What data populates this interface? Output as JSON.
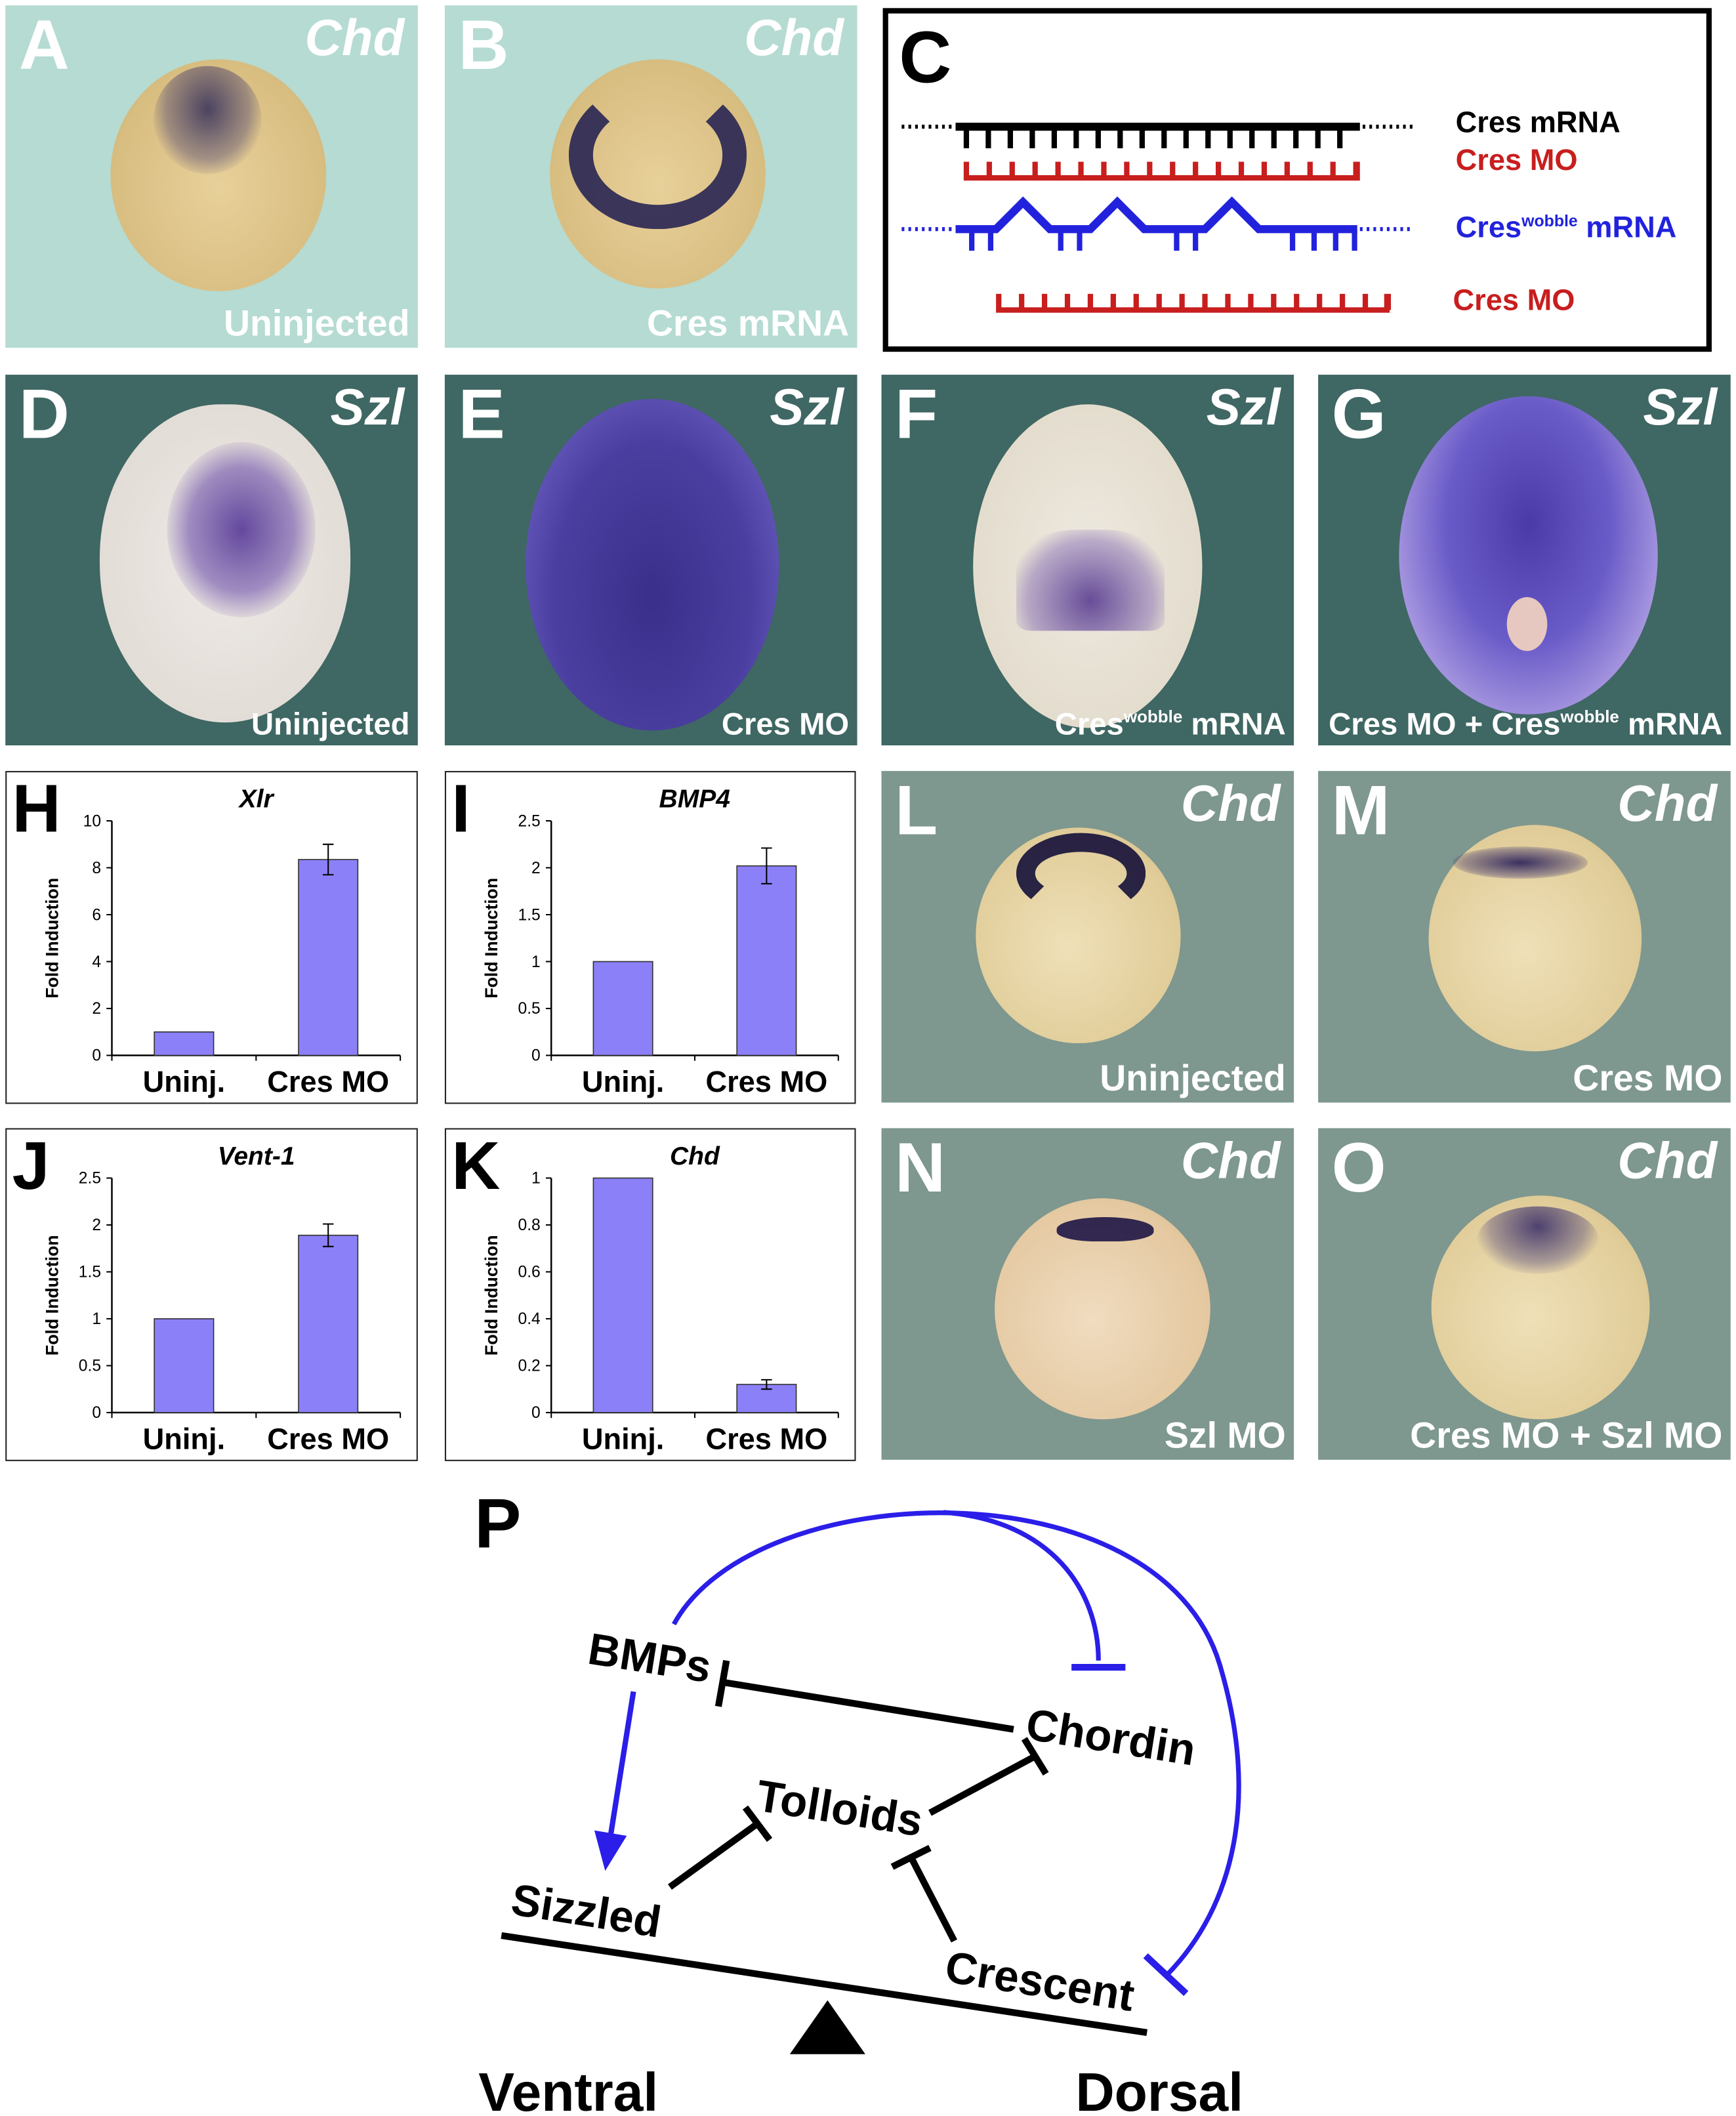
{
  "panels": {
    "A": {
      "letter": "A",
      "gene": "Chd",
      "condition": "Uninjected"
    },
    "B": {
      "letter": "B",
      "gene": "Chd",
      "condition": "Cres mRNA"
    },
    "C": {
      "letter": "C",
      "row1_label": "Cres mRNA",
      "row2_label": "Cres MO",
      "row3_label_pre": "Cres",
      "row3_label_sup": "wobble",
      "row3_label_post": " mRNA",
      "row4_label": "Cres MO"
    },
    "D": {
      "letter": "D",
      "gene": "Szl",
      "condition": "Uninjected"
    },
    "E": {
      "letter": "E",
      "gene": "Szl",
      "condition": "Cres MO"
    },
    "F": {
      "letter": "F",
      "gene": "Szl",
      "condition_pre": "Cres",
      "condition_sup": "wobble",
      "condition_post": " mRNA"
    },
    "G": {
      "letter": "G",
      "gene": "Szl",
      "condition_pre": "Cres MO + Cres",
      "condition_sup": "wobble",
      "condition_post": " mRNA"
    },
    "L": {
      "letter": "L",
      "gene": "Chd",
      "condition": "Uninjected"
    },
    "M": {
      "letter": "M",
      "gene": "Chd",
      "condition": "Cres MO"
    },
    "N": {
      "letter": "N",
      "gene": "Chd",
      "condition": "Szl MO"
    },
    "O": {
      "letter": "O",
      "gene": "Chd",
      "condition": "Cres MO + Szl MO"
    },
    "P": {
      "letter": "P",
      "nodes": {
        "bmps": "BMPs",
        "chordin": "Chordin",
        "tolloids": "Tolloids",
        "sizzled": "Sizzled",
        "crescent": "Crescent"
      },
      "ventral": "Ventral",
      "dorsal": "Dorsal"
    }
  },
  "colors": {
    "bar": "#8c80f8",
    "inhibit_blue": "#2a1ee8",
    "mo_red": "#c81e1e",
    "mrna_blue": "#2222dd"
  },
  "chart_data": [
    {
      "type": "bar",
      "panel": "H",
      "title": "Xlr",
      "ylabel": "Fold Induction",
      "categories": [
        "Uninj.",
        "Cres MO"
      ],
      "values": [
        1,
        8.35
      ],
      "errors": [
        0,
        0.65
      ],
      "ylim": [
        0,
        10
      ],
      "yticks": [
        "0",
        "2",
        "4",
        "6",
        "8",
        "10"
      ],
      "tickvals": [
        0,
        2,
        4,
        6,
        8,
        10
      ]
    },
    {
      "type": "bar",
      "panel": "I",
      "title": "BMP4",
      "ylabel": "Fold Induction",
      "categories": [
        "Uninj.",
        "Cres MO"
      ],
      "values": [
        1,
        2.02
      ],
      "errors": [
        0,
        0.19
      ],
      "ylim": [
        0,
        2.5
      ],
      "yticks": [
        "0",
        "0.5",
        "1",
        "1.5",
        "2",
        "2.5"
      ],
      "tickvals": [
        0,
        0.5,
        1,
        1.5,
        2,
        2.5
      ]
    },
    {
      "type": "bar",
      "panel": "J",
      "title": "Vent-1",
      "ylabel": "Fold Induction",
      "categories": [
        "Uninj.",
        "Cres MO"
      ],
      "values": [
        1,
        1.89
      ],
      "errors": [
        0,
        0.12
      ],
      "ylim": [
        0,
        2.5
      ],
      "yticks": [
        "0",
        "0.5",
        "1",
        "1.5",
        "2",
        "2.5"
      ],
      "tickvals": [
        0,
        0.5,
        1,
        1.5,
        2,
        2.5
      ]
    },
    {
      "type": "bar",
      "panel": "K",
      "title": "Chd",
      "ylabel": "Fold Induction",
      "categories": [
        "Uninj.",
        "Cres MO"
      ],
      "values": [
        1,
        0.12
      ],
      "errors": [
        0,
        0.02
      ],
      "ylim": [
        0,
        1
      ],
      "yticks": [
        "0",
        "0.2",
        "0.4",
        "0.6",
        "0.8",
        "1"
      ],
      "tickvals": [
        0,
        0.2,
        0.4,
        0.6,
        0.8,
        1
      ]
    }
  ]
}
